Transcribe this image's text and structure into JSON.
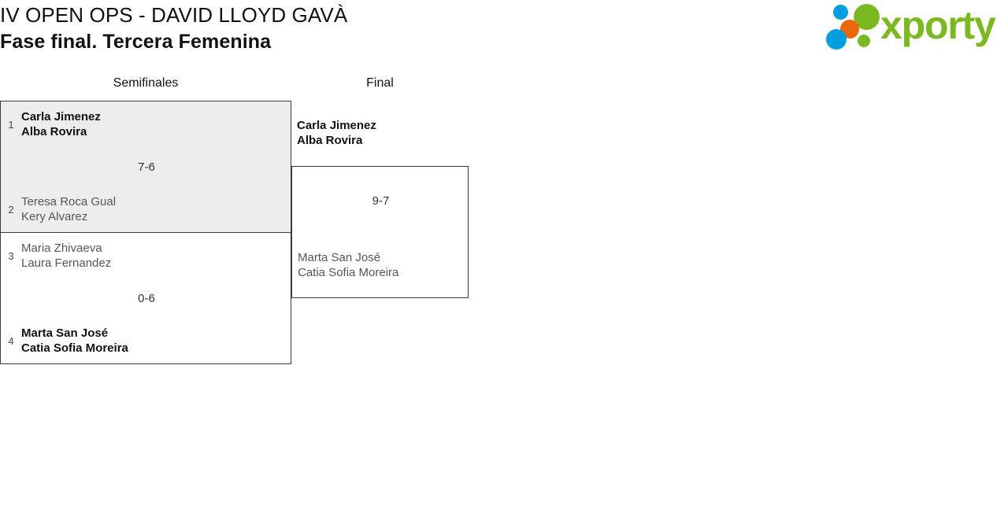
{
  "header": {
    "title_line1": "IV OPEN OPS - DAVID LLOYD GAVÀ",
    "title_line2": "Fase final. Tercera Femenina",
    "logo_text": "xporty",
    "logo_colors": {
      "green": "#7cb821",
      "blue": "#00a0e0",
      "orange": "#e8690b"
    }
  },
  "bracket": {
    "rounds": [
      {
        "label": "Semifinales"
      },
      {
        "label": "Final"
      }
    ],
    "matches": [
      {
        "id": "sf1",
        "round": "Semifinales",
        "shaded": true,
        "score": "7-6",
        "teams": [
          {
            "seed": "1",
            "player1": "Carla Jimenez",
            "player2": "Alba Rovira",
            "winner": true
          },
          {
            "seed": "2",
            "player1": "Teresa Roca Gual",
            "player2": "Kery Alvarez",
            "winner": false
          }
        ]
      },
      {
        "id": "sf2",
        "round": "Semifinales",
        "shaded": false,
        "score": "0-6",
        "teams": [
          {
            "seed": "3",
            "player1": "Maria Zhivaeva",
            "player2": "Laura Fernandez",
            "winner": false
          },
          {
            "seed": "4",
            "player1": "Marta San José",
            "player2": "Catia Sofia Moreira",
            "winner": true
          }
        ]
      },
      {
        "id": "final",
        "round": "Final",
        "shaded": false,
        "score": "9-7",
        "teams": [
          {
            "seed": "",
            "player1": "Carla Jimenez",
            "player2": "Alba Rovira",
            "winner": true
          },
          {
            "seed": "",
            "player1": "Marta San José",
            "player2": "Catia Sofia Moreira",
            "winner": false
          }
        ]
      }
    ]
  }
}
